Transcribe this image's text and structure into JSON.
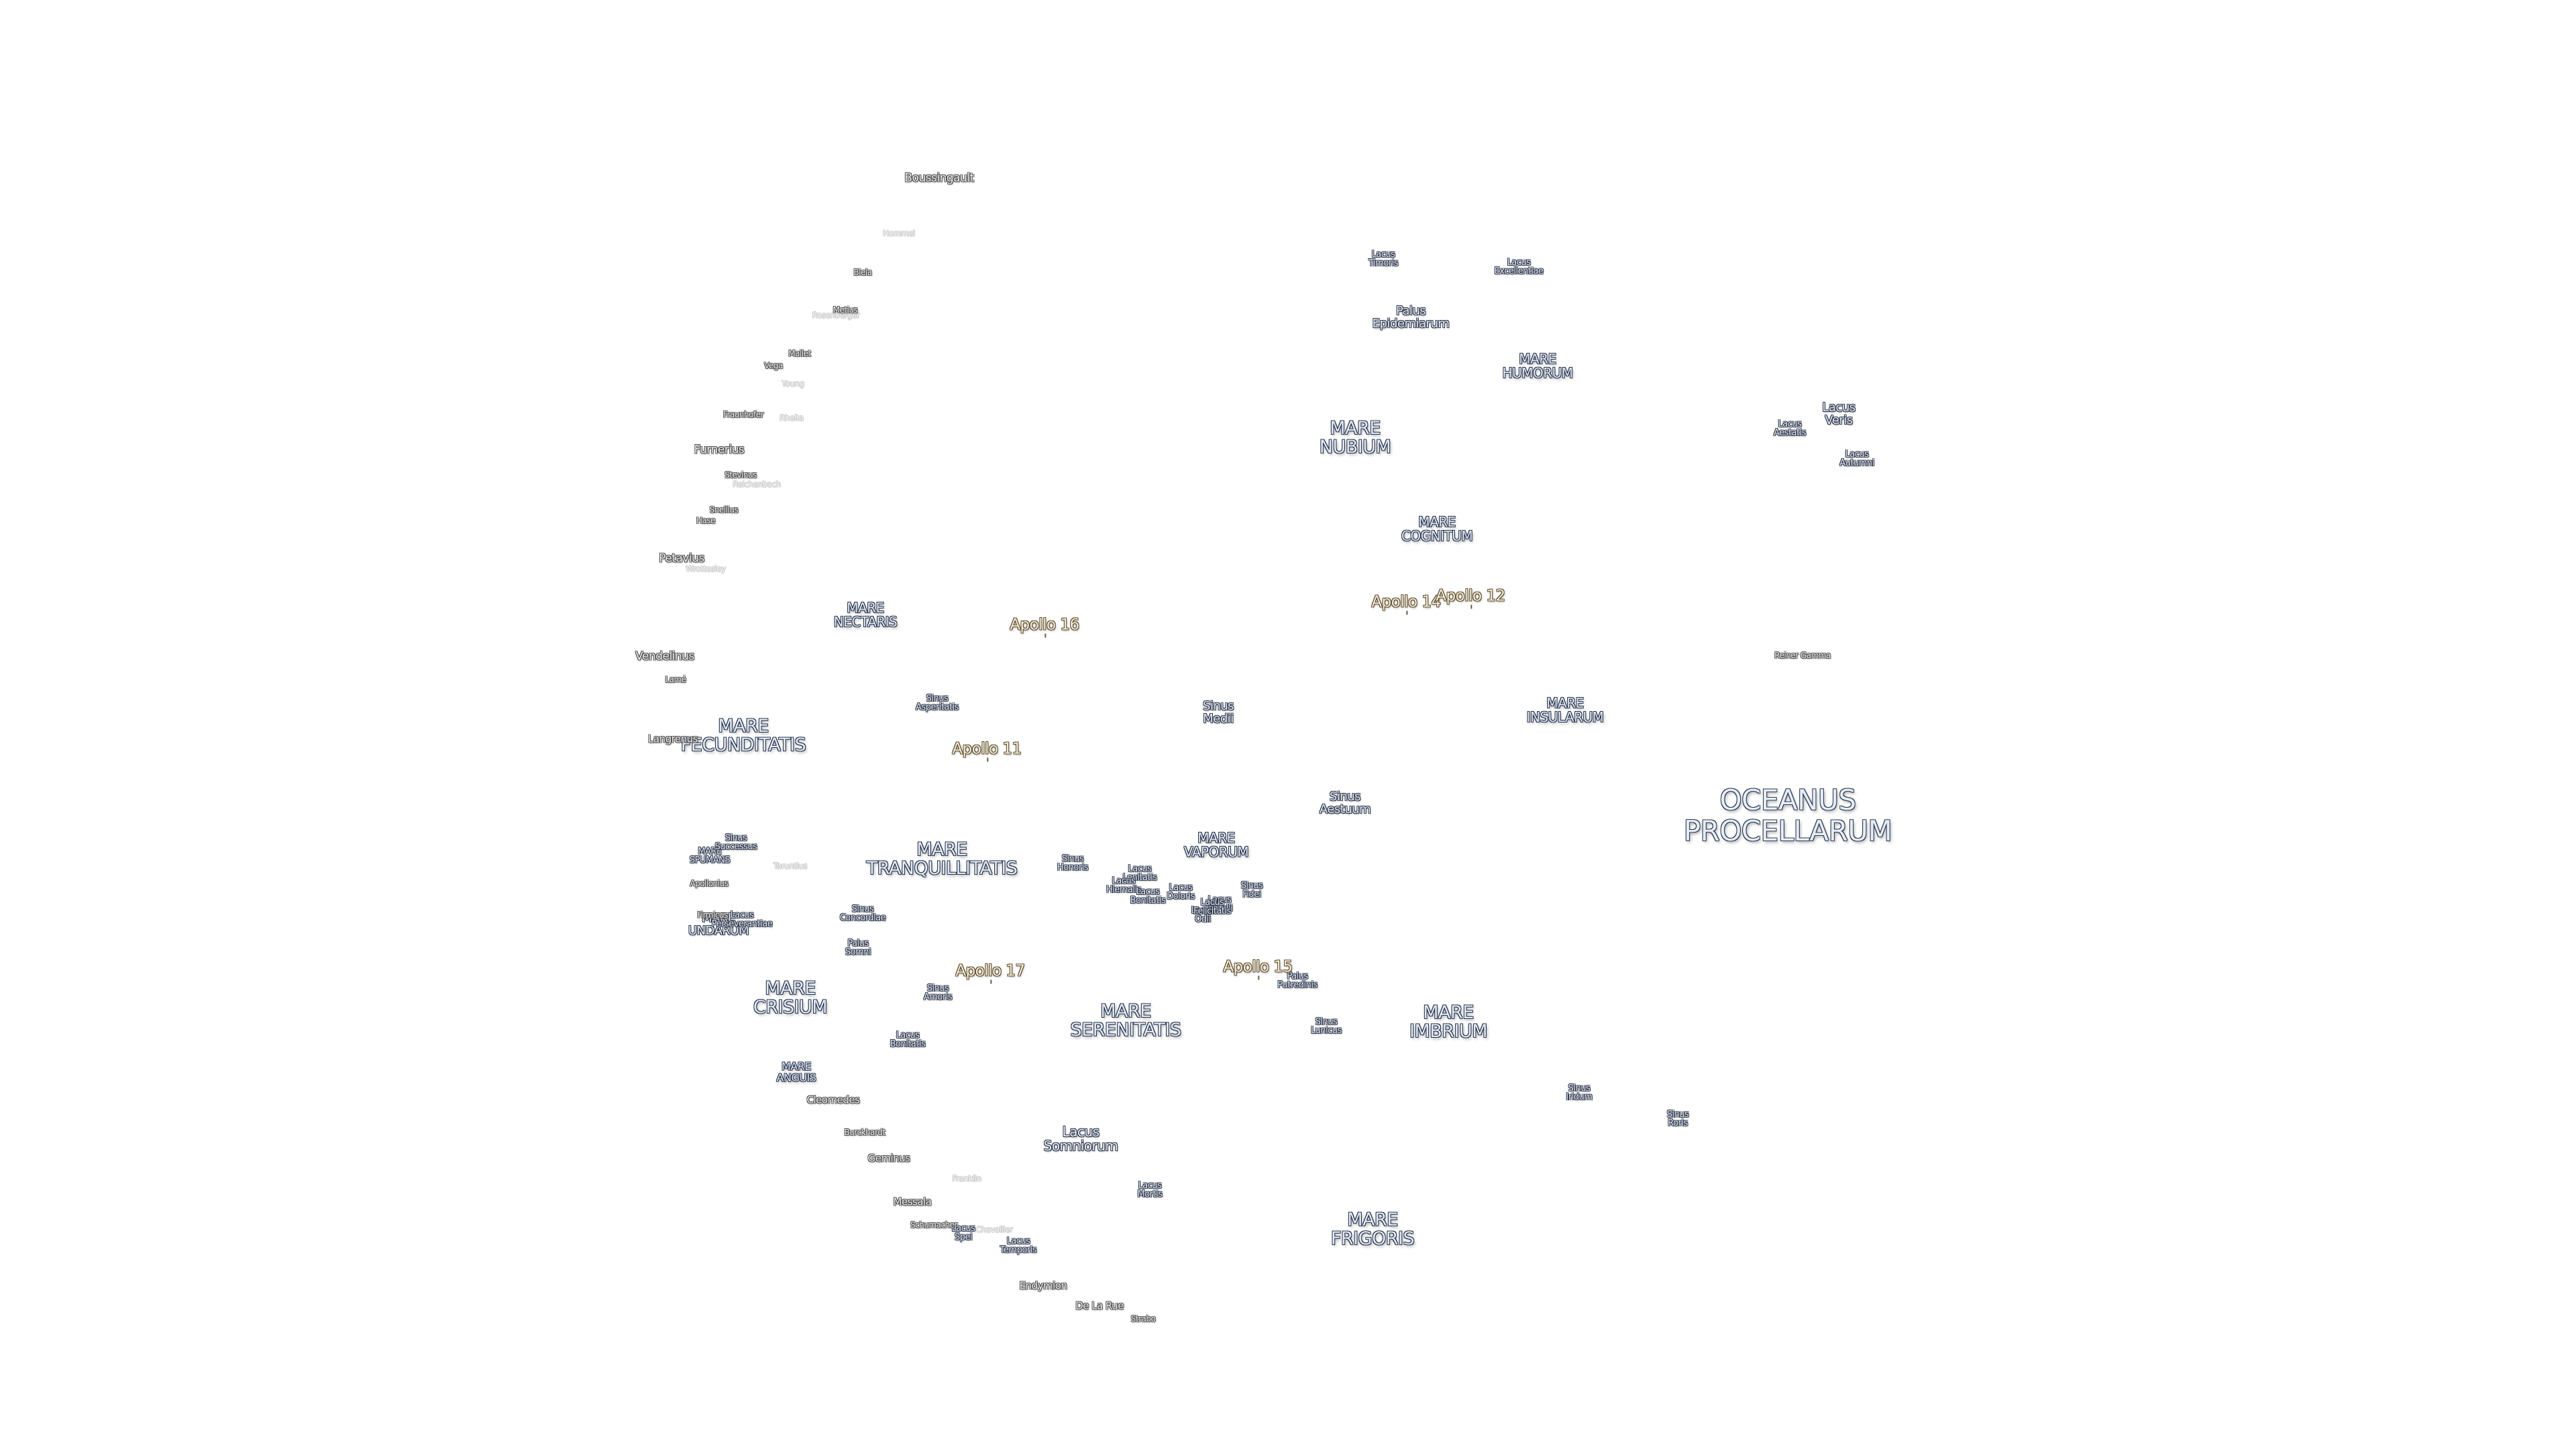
{
  "map": {
    "oceans": [
      {
        "name": "OCEANUS\nPROCELLARUM"
      }
    ],
    "maria": [
      {
        "name": "MARE\nNUBIUM"
      },
      {
        "name": "MARE\nHUMORUM"
      },
      {
        "name": "MARE\nCOGNITUM"
      },
      {
        "name": "MARE\nNECTARIS"
      },
      {
        "name": "MARE\nINSULARUM"
      },
      {
        "name": "MARE\nFECUNDITATIS"
      },
      {
        "name": "MARE\nTRANQUILLITATIS"
      },
      {
        "name": "MARE\nVAPORUM"
      },
      {
        "name": "MARE\nCRISIUM"
      },
      {
        "name": "MARE\nSERENITATIS"
      },
      {
        "name": "MARE\nIMBRIUM"
      },
      {
        "name": "MARE\nFRIGORIS"
      },
      {
        "name": "MARE\nANGUIS"
      },
      {
        "name": "MARE\nSPUMANS"
      },
      {
        "name": "MARE\nUNDARUM"
      }
    ],
    "lakes_bays": [
      {
        "name": "Lacus\nTimoris"
      },
      {
        "name": "Lacus\nExcellentiae"
      },
      {
        "name": "Palus\nEpidemiarum"
      },
      {
        "name": "Lacus\nVeris"
      },
      {
        "name": "Lacus\nAestatis"
      },
      {
        "name": "Lacus\nAutumni"
      },
      {
        "name": "Sinus\nAsperitatis"
      },
      {
        "name": "Sinus\nMedii"
      },
      {
        "name": "Sinus\nAestuum"
      },
      {
        "name": "Sinus\nSuccessus"
      },
      {
        "name": "Sinus\nHonoris"
      },
      {
        "name": "Lacus\nLenitatis"
      },
      {
        "name": "Lacus\nHiemalis"
      },
      {
        "name": "Lacus\nBonitatis"
      },
      {
        "name": "Lacus\nDoloris"
      },
      {
        "name": "Lacus\nGaudii"
      },
      {
        "name": "Lacus\nOdii"
      },
      {
        "name": "Sinus\nFidei"
      },
      {
        "name": "Sinus\nConcordiae"
      },
      {
        "name": "Palus\nSomni"
      },
      {
        "name": "Lacus\nPerseverantiae"
      },
      {
        "name": "Palus\nPutredinis"
      },
      {
        "name": "Sinus\nAmoris"
      },
      {
        "name": "Lacus\nBonitatis"
      },
      {
        "name": "Sinus\nLunicus"
      },
      {
        "name": "Sinus\nIridum"
      },
      {
        "name": "Sinus\nRoris"
      },
      {
        "name": "Lacus\nSomniorum"
      },
      {
        "name": "Lacus\nMortis"
      },
      {
        "name": "Lacus\nSpei"
      },
      {
        "name": "Lacus\nTemporis"
      },
      {
        "name": "Lacus\nFelicitatis"
      }
    ],
    "craters": [
      {
        "name": "Boussingault"
      },
      {
        "name": "Hommel"
      },
      {
        "name": "Biela"
      },
      {
        "name": "Rosenberger"
      },
      {
        "name": "Metius"
      },
      {
        "name": "Mallet"
      },
      {
        "name": "Vega"
      },
      {
        "name": "Young"
      },
      {
        "name": "Fraunhofer"
      },
      {
        "name": "Rheita"
      },
      {
        "name": "Furnerius"
      },
      {
        "name": "Stevinus"
      },
      {
        "name": "Reichenbach"
      },
      {
        "name": "Snellius"
      },
      {
        "name": "Hase"
      },
      {
        "name": "Petavius"
      },
      {
        "name": "Wrottesley"
      },
      {
        "name": "Vendelinus"
      },
      {
        "name": "Lamé"
      },
      {
        "name": "Langrenus"
      },
      {
        "name": "Apollonius"
      },
      {
        "name": "Firmicus"
      },
      {
        "name": "Taruntius"
      },
      {
        "name": "Reiner Gamma"
      },
      {
        "name": "Cleomedes"
      },
      {
        "name": "Burckhardt"
      },
      {
        "name": "Geminus"
      },
      {
        "name": "Franklin"
      },
      {
        "name": "Messala"
      },
      {
        "name": "Schumacher"
      },
      {
        "name": "Chevallier"
      },
      {
        "name": "Endymion"
      },
      {
        "name": "De La Rue"
      },
      {
        "name": "Strabo"
      }
    ],
    "landing_sites": [
      {
        "name": "Apollo 16"
      },
      {
        "name": "Apollo 14"
      },
      {
        "name": "Apollo 12"
      },
      {
        "name": "Apollo 11"
      },
      {
        "name": "Apollo 17"
      },
      {
        "name": "Apollo 15"
      }
    ]
  }
}
